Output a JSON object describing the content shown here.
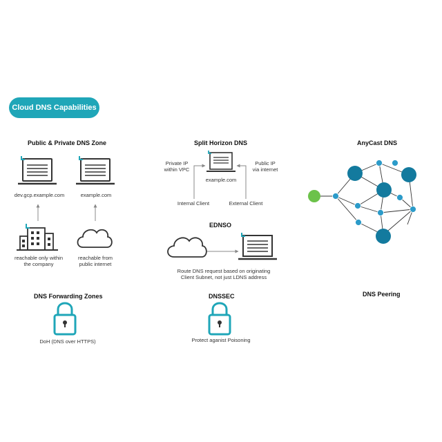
{
  "badge": "Cloud DNS Capabilities",
  "public_private": {
    "title": "Public & Private DNS Zone",
    "laptop1_label": "dev.gcp.example.com",
    "laptop2_label": "example.com",
    "building_label_1": "reachable only within",
    "building_label_2": "the company",
    "cloud_label_1": "reachable from",
    "cloud_label_2": "public internet"
  },
  "split_horizon": {
    "title": "Split Horizon DNS",
    "left_label_1": "Private IP",
    "left_label_2": "within VPC",
    "right_label_1": "Public IP",
    "right_label_2": "via internet",
    "center_label": "example.com",
    "internal_client": "Internal Client",
    "external_client": "External Client"
  },
  "anycast": {
    "title": "AnyCast DNS"
  },
  "edns": {
    "title": "EDNSO",
    "desc_1": "Route DNS request based on originating",
    "desc_2": "Client Subnet, not just LDNS address"
  },
  "forwarding": {
    "title": "DNS Forwarding Zones",
    "desc": "DoH (DNS over HTTPS)"
  },
  "dnssec": {
    "title": "DNSSEC",
    "desc": "Protect aganist Poisoning"
  },
  "peering": {
    "title": "DNS Peering"
  },
  "colors": {
    "accent": "#1fa6b8",
    "node": "#137a9e",
    "router": "#2c9bc9",
    "origin": "#6cc24a",
    "line": "#444444"
  }
}
